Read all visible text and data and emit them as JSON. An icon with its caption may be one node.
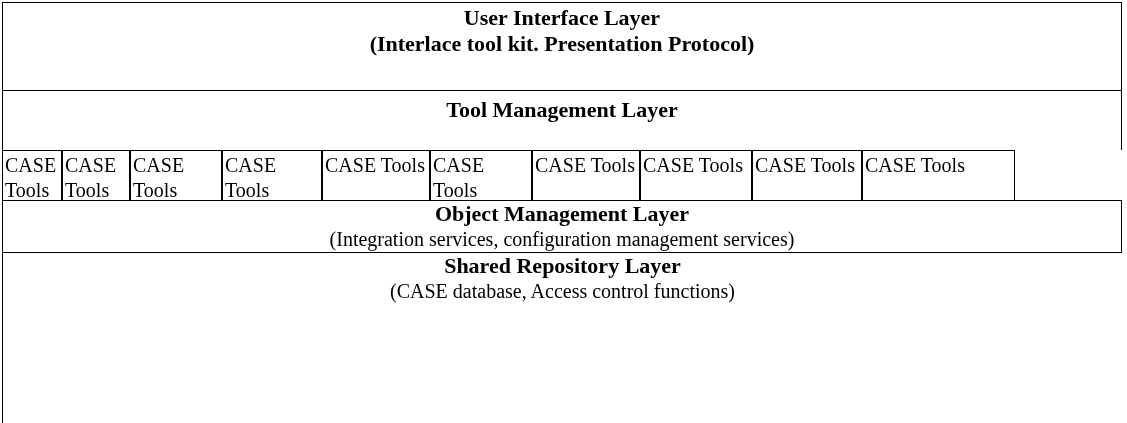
{
  "diagram": {
    "nodes": [
      {
        "text": [
          "User Interface Layer",
          "(Interlace tool kit. Presentation Protocol)"
        ]
      },
      {
        "text": [
          "Tool Management Layer"
        ]
      },
      {
        "text": [
          "CASE Tools"
        ]
      },
      {
        "text": [
          "CASE Tools"
        ]
      },
      {
        "text": [
          "CASE Tools"
        ]
      },
      {
        "text": [
          "CASE Tools"
        ]
      },
      {
        "text": [
          "CASE Tools"
        ]
      },
      {
        "text": [
          "CASE Tools"
        ]
      },
      {
        "text": [
          "CASE Tools"
        ]
      },
      {
        "text": [
          "CASE Tools"
        ]
      },
      {
        "text": [
          "CASE Tools"
        ]
      },
      {
        "text": [
          "CASE Tools"
        ]
      },
      {
        "text": [
          "Object Management Layer",
          "(Integration services, configuration management services)"
        ]
      },
      {
        "text": [
          "Shared Repository Layer",
          "(CASE database, Access control functions)"
        ]
      }
    ]
  }
}
